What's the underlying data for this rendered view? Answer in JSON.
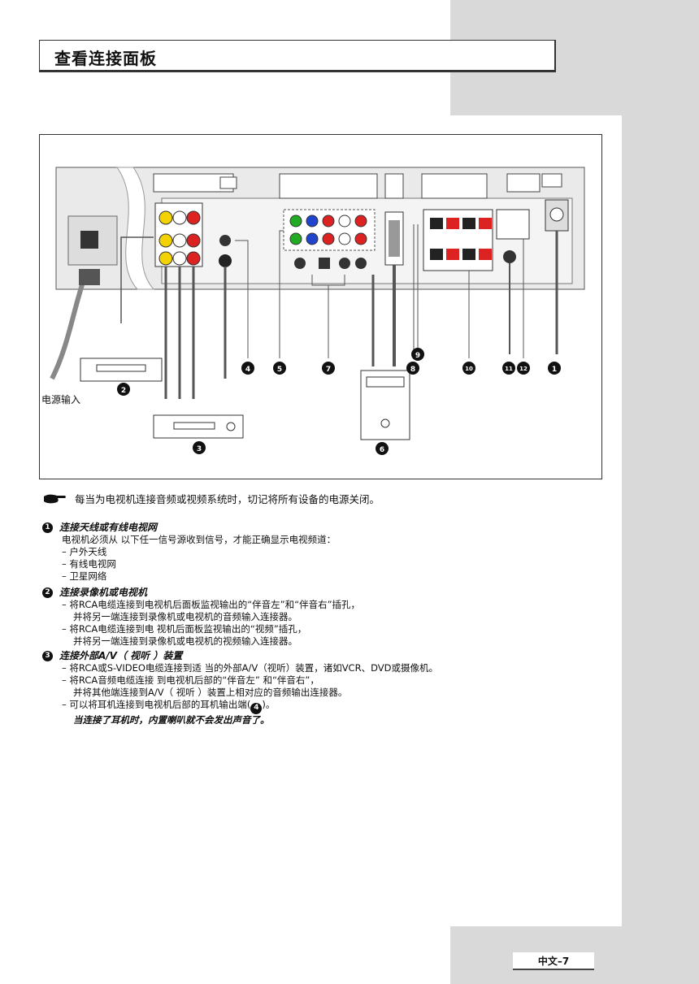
{
  "page": {
    "title": "查看连接面板",
    "page_number": "中文–7"
  },
  "diagram": {
    "power_label": "电源输入",
    "callouts": [
      "1",
      "2",
      "3",
      "4",
      "5",
      "6",
      "7",
      "8",
      "9",
      "10",
      "11",
      "12"
    ]
  },
  "note": "每当为电视机连接音频或视频系统时，切记将所有设备的电源关闭。",
  "sections": [
    {
      "num": "1",
      "title": "连接天线或有线电视网",
      "intro": "电视机必须从 以下任一信号源收到信号，才能正确显示电视频道：",
      "items": [
        "– 户外天线",
        "– 有线电视网",
        "– 卫星网络"
      ]
    },
    {
      "num": "2",
      "title": "连接录像机或电视机",
      "items": [
        "– 将RCA电缆连接到电视机后面板监视输出的“伴音左”和“伴音右”插孔，",
        "并将另一端连接到录像机或电视机的音频输入连接器。",
        "– 将RCA电缆连接到电 视机后面板监视输出的“视频”插孔，",
        "并将另一端连接到录像机或电视机的视频输入连接器。"
      ]
    },
    {
      "num": "3",
      "title": "连接外部A/V（ 视听 ）装置",
      "items": [
        "– 将RCA或S-VIDEO电缆连接到适 当的外部A/V（视听）装置，诸如VCR、DVD或摄像机。",
        "– 将RCA音频电缆连接 到电视机后部的“伴音左” 和“伴音右”，",
        "并将其他端连接到A/V（ 视听 ）装置上相对应的音频输出连接器。",
        "– 可以将耳机连接到电视机后部的耳机输出端(",
        ")。",
        "当连接了耳机时，内置喇叭就不会发出声音了。"
      ],
      "inline_ref": "4"
    }
  ]
}
